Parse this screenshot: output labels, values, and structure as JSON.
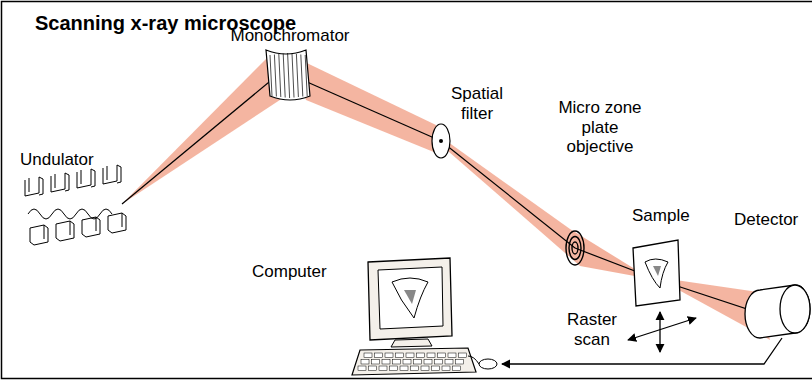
{
  "diagram": {
    "title": "Scanning x-ray microscope",
    "labels": [
      "Undulator",
      "Monochromator",
      "Spatial filter",
      "Micro zone plate objective",
      "Sample",
      "Detector",
      "Computer",
      "Raster scan"
    ]
  }
}
